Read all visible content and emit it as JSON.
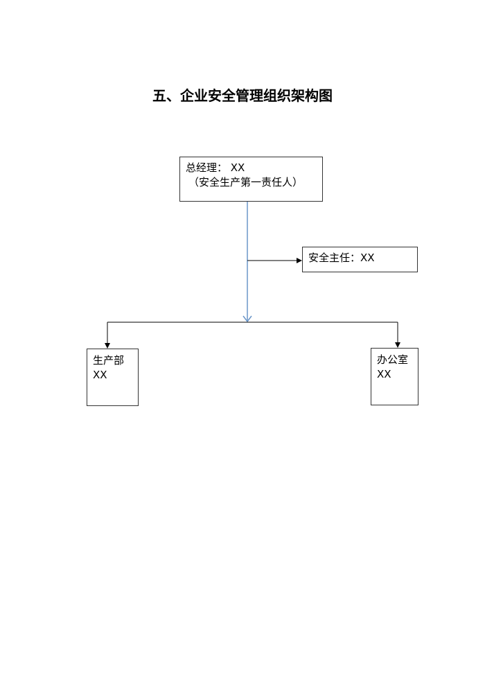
{
  "title": "五、企业安全管理组织架构图",
  "nodes": {
    "gm": {
      "line1": "总经理：  XX",
      "line2": "（安全生产第一责任人）"
    },
    "safety": {
      "line1": "安全主任：XX"
    },
    "production": {
      "line1": "生产部",
      "line2": "XX"
    },
    "office": {
      "line1": "办公室",
      "line2": "XX"
    }
  },
  "colors": {
    "main_connector": "#6a95c8",
    "connector": "#000000"
  }
}
